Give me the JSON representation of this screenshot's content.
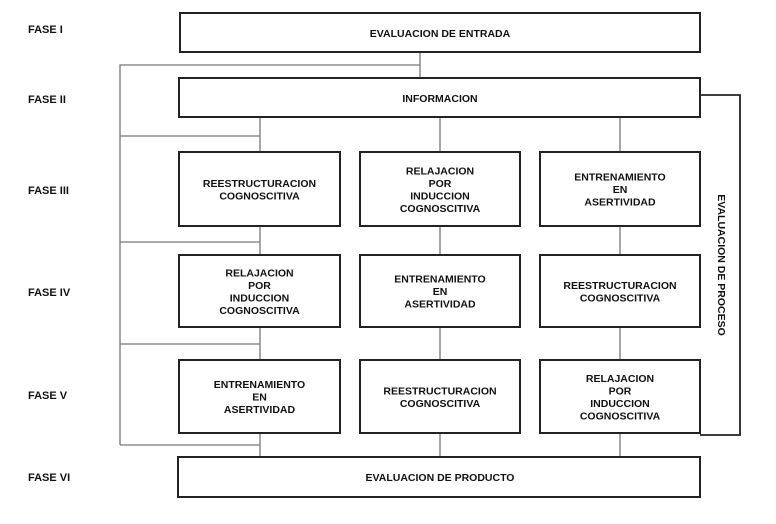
{
  "phases": [
    "FASE I",
    "FASE II",
    "FASE III",
    "FASE IV",
    "FASE V",
    "FASE VI"
  ],
  "entrada": "EVALUACION DE ENTRADA",
  "informacion": "INFORMACION",
  "producto": "EVALUACION DE PRODUCTO",
  "proceso": "EVALUACION DE PROCESO",
  "grid": [
    [
      [
        "REESTRUCTURACION",
        "COGNOSCITIVA"
      ],
      [
        "RELAJACION",
        "POR",
        "INDUCCION",
        "COGNOSCITIVA"
      ],
      [
        "ENTRENAMIENTO",
        "EN",
        "ASERTIVIDAD"
      ]
    ],
    [
      [
        "RELAJACION",
        "POR",
        "INDUCCION",
        "COGNOSCITIVA"
      ],
      [
        "ENTRENAMIENTO",
        "EN",
        "ASERTIVIDAD"
      ],
      [
        "REESTRUCTURACION",
        "COGNOSCITIVA"
      ]
    ],
    [
      [
        "ENTRENAMIENTO",
        "EN",
        "ASERTIVIDAD"
      ],
      [
        "REESTRUCTURACION",
        "COGNOSCITIVA"
      ],
      [
        "RELAJACION",
        "POR",
        "INDUCCION",
        "COGNOSCITIVA"
      ]
    ]
  ]
}
